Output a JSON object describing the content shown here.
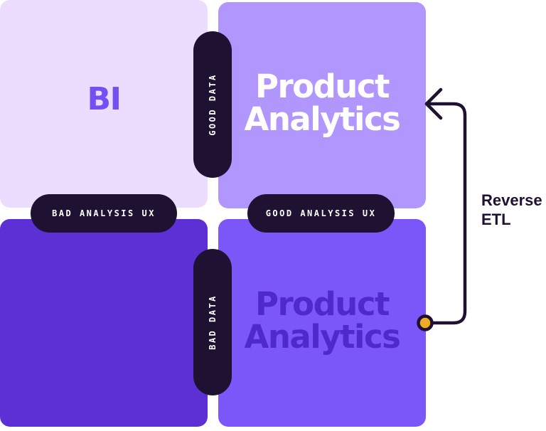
{
  "quadrants": {
    "top_left": {
      "label": "BI"
    },
    "top_right": {
      "line1": "Product",
      "line2": "Analytics"
    },
    "bottom_right": {
      "line1": "Product",
      "line2": "Analytics"
    }
  },
  "pills": {
    "bad_analysis_ux": "BAD ANALYSIS UX",
    "good_analysis_ux": "GOOD ANALYSIS UX",
    "good_data": "GOOD DATA",
    "bad_data": "BAD DATA"
  },
  "reverse_etl": {
    "line1": "Reverse",
    "line2": "ETL"
  },
  "colors": {
    "quadrant_top_left": "#ecdcfd",
    "quadrant_top_right": "#b196fd",
    "quadrant_bottom_left": "#5c30d4",
    "quadrant_bottom_right": "#7b56f9",
    "pill": "#1e1131",
    "arrow": "#1e1131",
    "arrow_dot": "#f0ac22"
  },
  "icons": {
    "arrow_head": "arrow-left-icon",
    "arrow_origin": "dot-icon"
  }
}
